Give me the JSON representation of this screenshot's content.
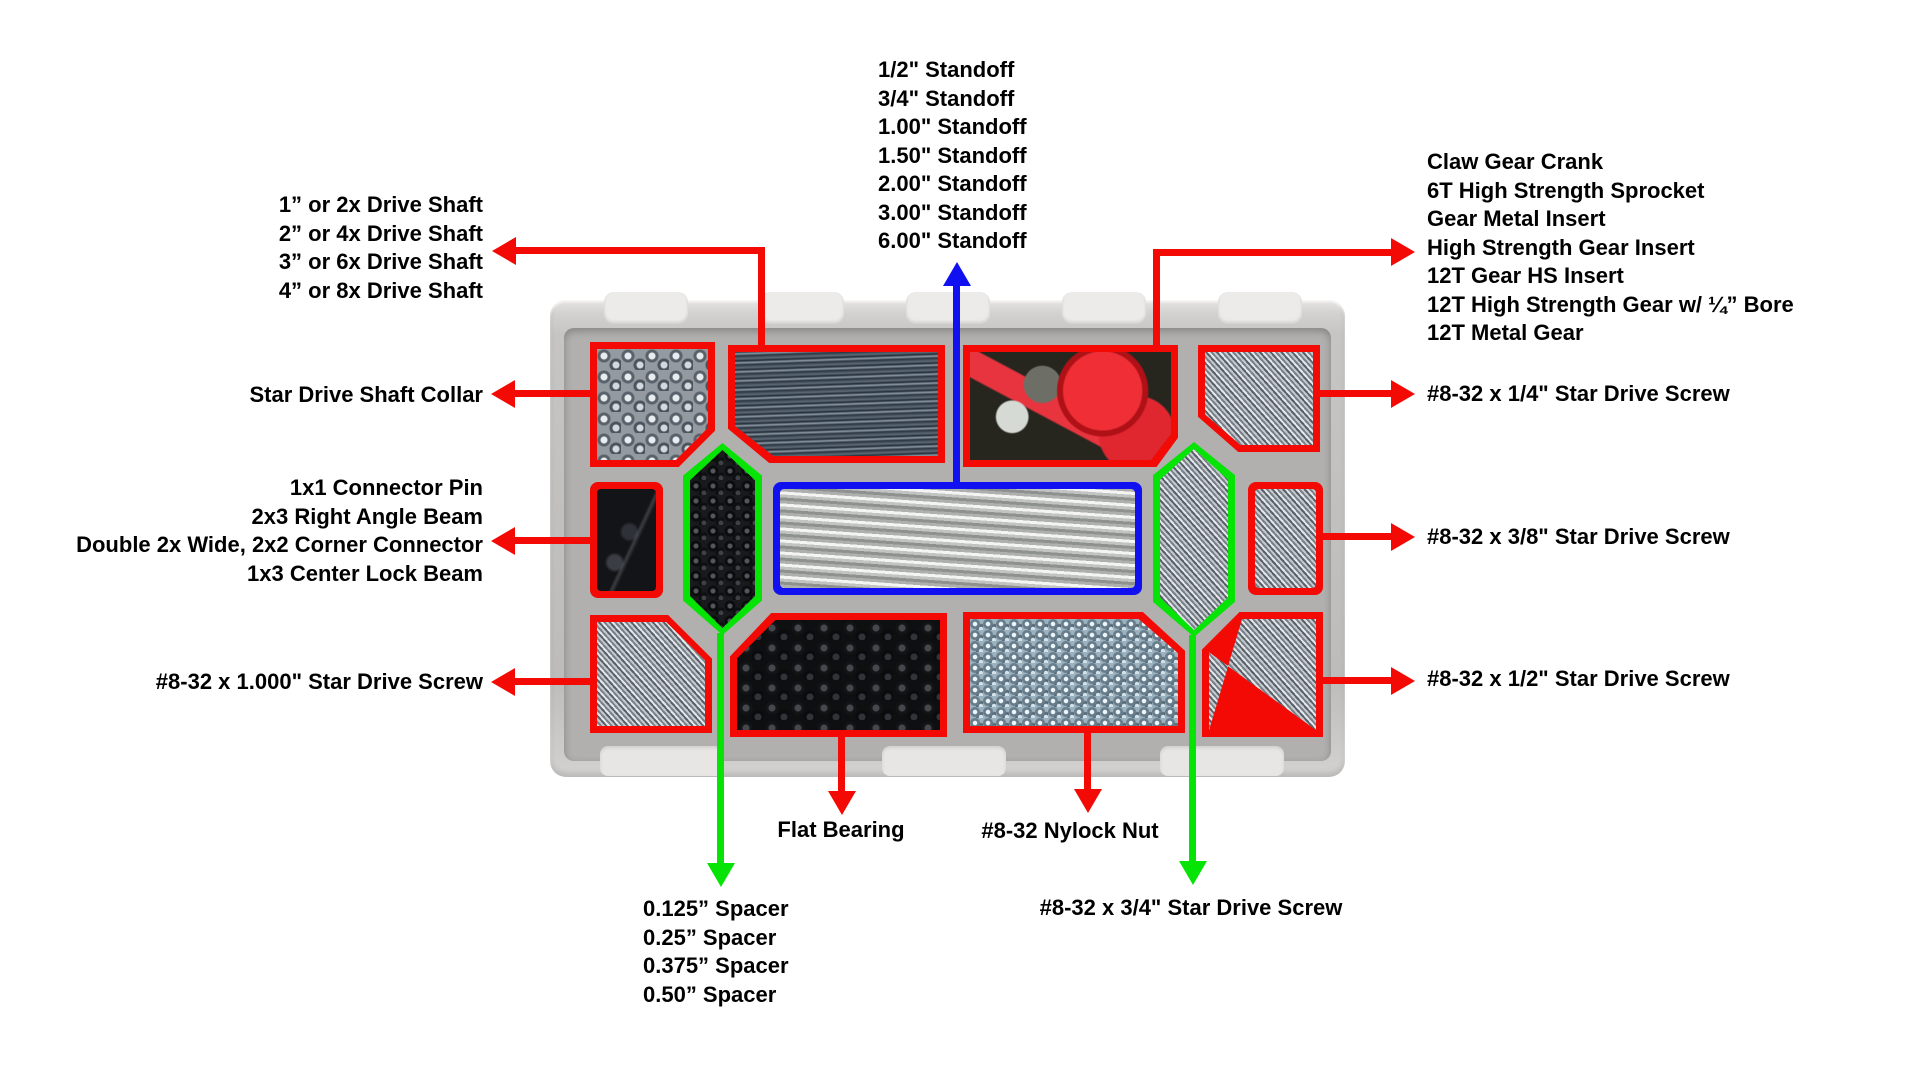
{
  "colors": {
    "red": "#f30a05",
    "green": "#06e406",
    "blue": "#1010f0",
    "text": "#000000",
    "tray": "#c6c5c3"
  },
  "labels": {
    "standoffs": {
      "lines": [
        "1/2\" Standoff",
        "3/4\" Standoff",
        "1.00\" Standoff",
        "1.50\" Standoff",
        "2.00\" Standoff",
        "3.00\" Standoff",
        "6.00\" Standoff"
      ]
    },
    "drive_shafts": {
      "lines": [
        "1” or 2x Drive Shaft",
        "2” or 4x Drive Shaft",
        "3” or 6x Drive Shaft",
        "4” or 8x Drive Shaft"
      ]
    },
    "gears": {
      "lines": [
        "Claw Gear Crank",
        "6T High Strength Sprocket",
        "Gear Metal Insert",
        "High Strength Gear Insert",
        "12T Gear HS Insert",
        "12T High Strength Gear w/ ¼” Bore",
        "12T Metal Gear"
      ]
    },
    "collar": {
      "text": "Star Drive Shaft Collar"
    },
    "connectors": {
      "lines": [
        "1x1 Connector Pin",
        "2x3 Right Angle Beam",
        "Double 2x Wide, 2x2 Corner Connector",
        "1x3 Center Lock Beam"
      ]
    },
    "screw_1000": {
      "text": "#8-32 x 1.000\" Star Drive Screw"
    },
    "screw_quarter": {
      "text": "#8-32 x 1/4\" Star Drive Screw"
    },
    "screw_three_eighths": {
      "text": "#8-32 x 3/8\" Star Drive Screw"
    },
    "screw_half": {
      "text": "#8-32 x 1/2\" Star Drive Screw"
    },
    "screw_three_quarter": {
      "text": "#8-32 x 3/4\" Star Drive Screw"
    },
    "flat_bearing": {
      "text": "Flat Bearing"
    },
    "nylock_nut": {
      "text": "#8-32 Nylock Nut"
    },
    "spacers": {
      "lines": [
        "0.125” Spacer",
        "0.25” Spacer",
        "0.375” Spacer",
        "0.50” Spacer"
      ]
    }
  },
  "compartments": [
    {
      "id": "shaft-collars",
      "outline": "red"
    },
    {
      "id": "drive-shafts",
      "outline": "red"
    },
    {
      "id": "gears-and-sprockets",
      "outline": "red"
    },
    {
      "id": "screws-1-4-inch",
      "outline": "red"
    },
    {
      "id": "black-spacers",
      "outline": "green"
    },
    {
      "id": "connectors-and-beams",
      "outline": "red"
    },
    {
      "id": "aluminum-standoffs",
      "outline": "blue"
    },
    {
      "id": "screws-3-4-inch",
      "outline": "green"
    },
    {
      "id": "screws-3-8-inch",
      "outline": "red"
    },
    {
      "id": "screws-1-000-inch",
      "outline": "red"
    },
    {
      "id": "flat-bearings",
      "outline": "red"
    },
    {
      "id": "nylock-nuts",
      "outline": "red"
    },
    {
      "id": "screws-1-2-inch",
      "outline": "red"
    }
  ]
}
